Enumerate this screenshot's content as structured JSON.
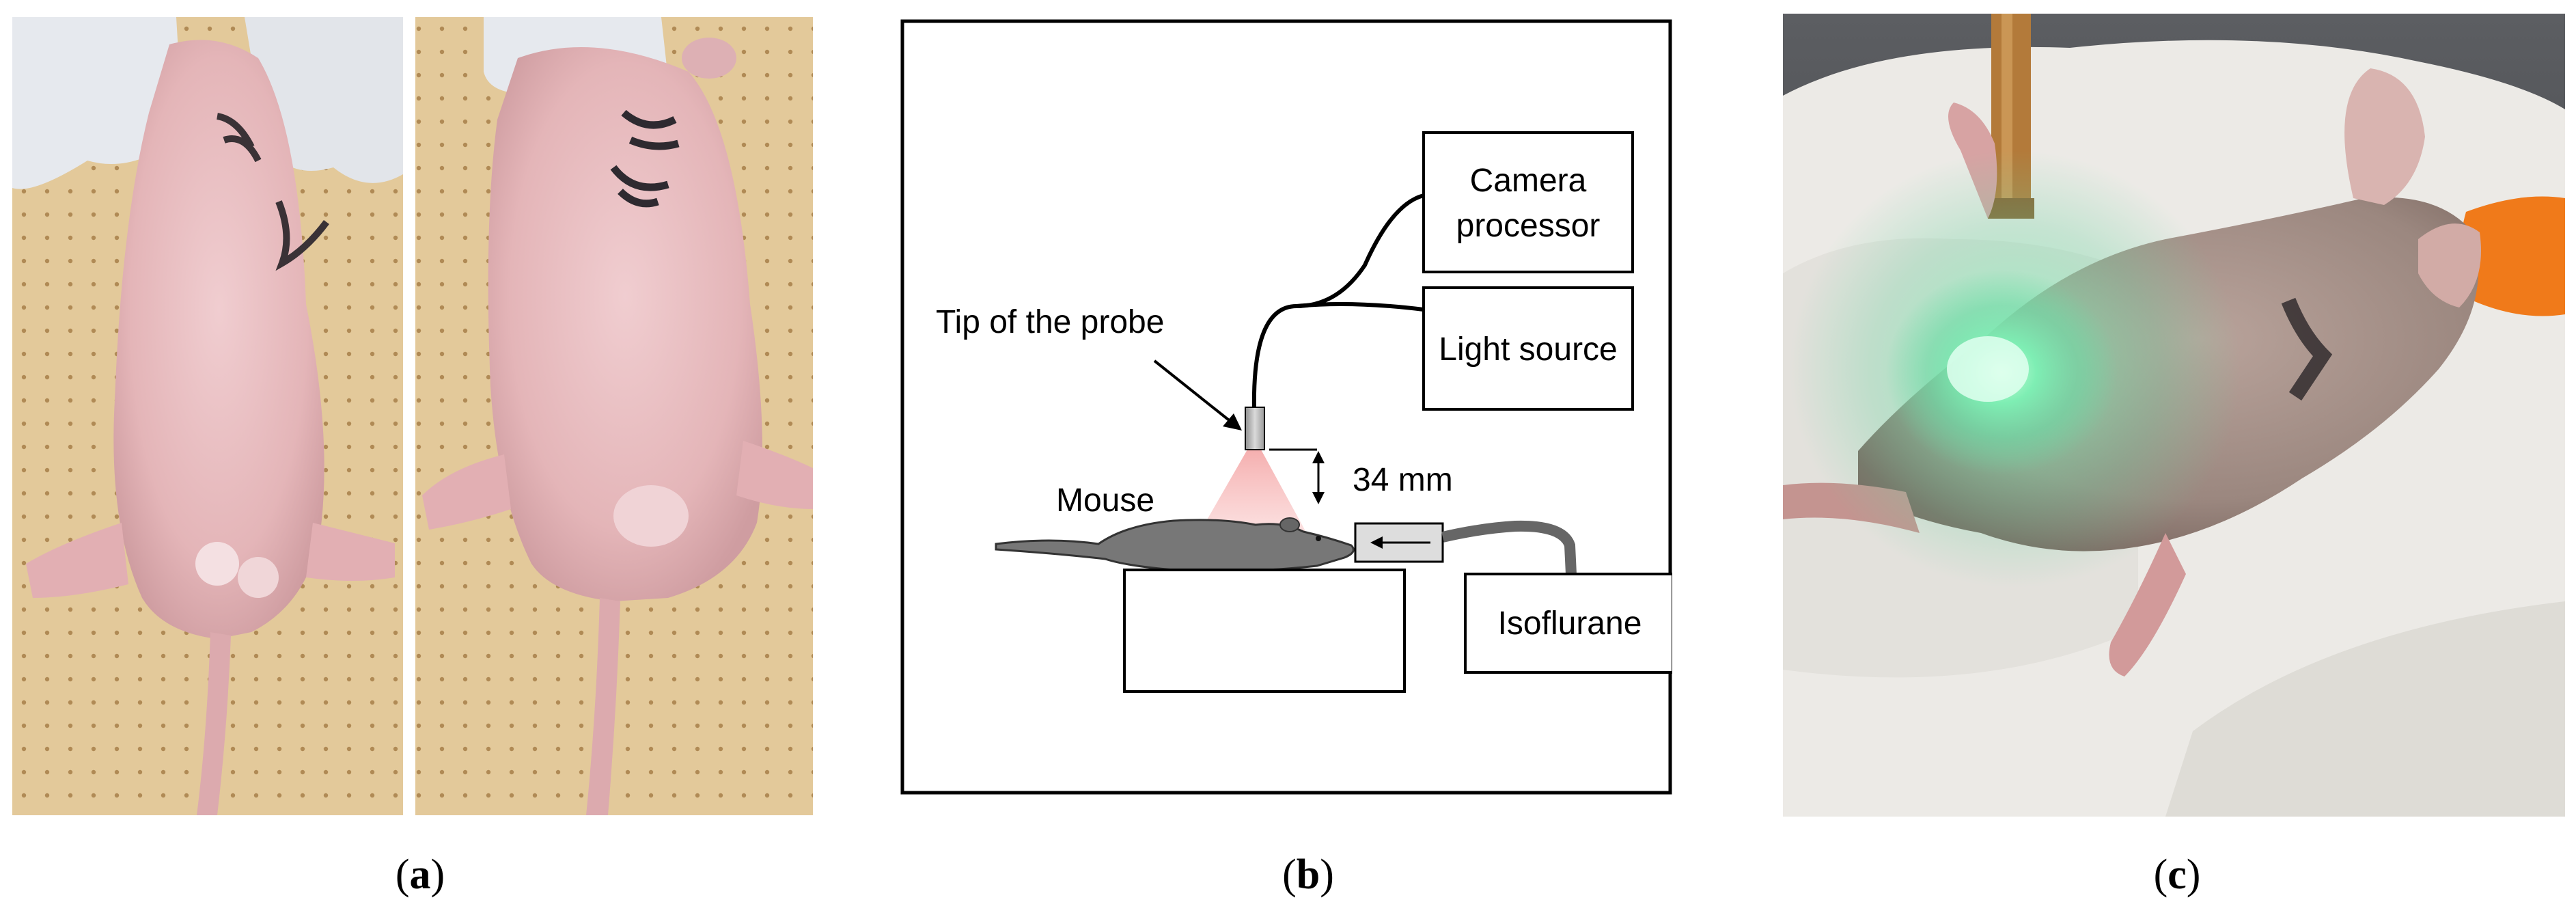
{
  "panels": {
    "a": {
      "caption_letter": "a"
    },
    "b": {
      "caption_letter": "b",
      "labels": {
        "camera_processor_line1": "Camera",
        "camera_processor_line2": "processor",
        "light_source": "Light source",
        "tip_of_probe": "Tip of the probe",
        "mouse": "Mouse",
        "distance": "34 mm",
        "isoflurane": "Isoflurane"
      }
    },
    "c": {
      "caption_letter": "c"
    }
  },
  "colors": {
    "cream_pad": "#e3c99a",
    "mouse_pink": "#e8bcc0",
    "glove": "#e6e9ee",
    "white_clay": "#ecebe8",
    "fluorescence": "#7cf0b4",
    "orange_cap": "#f07a1a"
  }
}
